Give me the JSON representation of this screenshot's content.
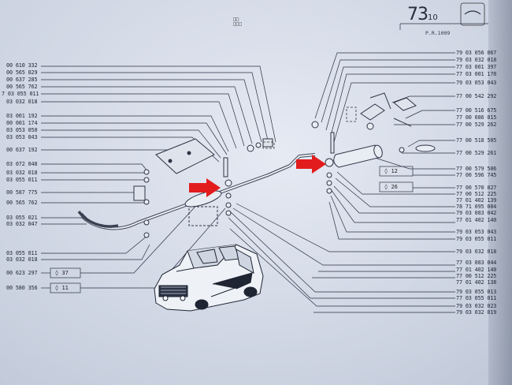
{
  "header": {
    "section_main": "73",
    "section_sub": "10",
    "pr_code": "P.R.1009",
    "top_mark": "□□\n□□□"
  },
  "left_refs": [
    "00 610 332",
    "00 565 829",
    "00 637 285",
    "00 565 762",
    "7 03 055 011",
    "03 032 018",
    "03 001 192",
    "00 001 174",
    "03 053 050",
    "03 053 043",
    "00 637 192",
    "03 072 048",
    "03 032 018",
    "03 055 011",
    "00 587 775",
    "00 565 762",
    "03 055 021",
    "03 032 047",
    "03 055 011",
    "03 032 018",
    "00 623 297",
    "00 580 356"
  ],
  "left_boxes": [
    "37",
    "11"
  ],
  "right_refs": [
    "79 03 056 067",
    "79 03 032 018",
    "77 03 001 397",
    "77 03 001 170",
    "79 03 053 043",
    "77 00 542 292",
    "77 00 516 675",
    "77 00 086 015",
    "77 00 529 262",
    "77 00 518 505",
    "77 00 529 261",
    "77 00 579 506",
    "77 00 596 745",
    "77 00 570 827",
    "77 00 512 225",
    "77 01 402 139",
    "78 71 095 004",
    "79 03 083 042",
    "77 01 402 140",
    "79 03 053 043",
    "79 03 055 011",
    "79 03 032 018",
    "77 03 083 044",
    "77 01 402 140",
    "77 00 512 225",
    "77 01 402 138",
    "79 03 055 013",
    "77 03 055 011",
    "79 03 032 023",
    "79 03 032 019"
  ],
  "right_boxes": [
    "12",
    "26"
  ]
}
